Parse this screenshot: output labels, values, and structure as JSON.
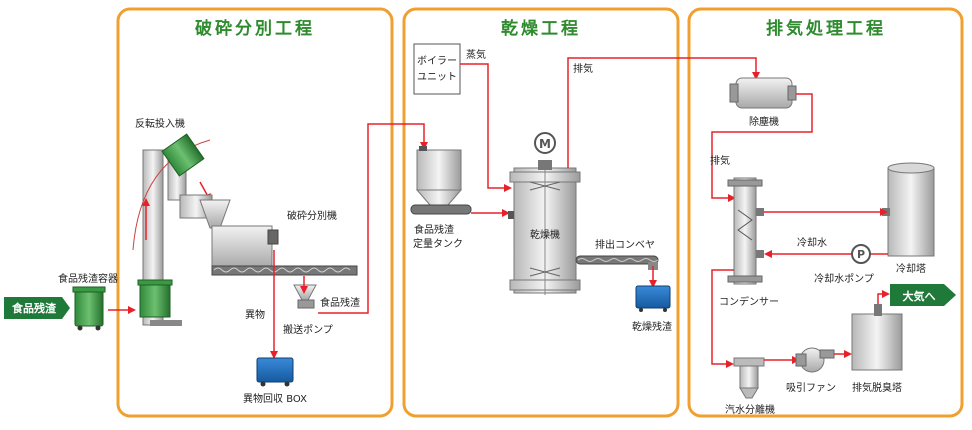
{
  "sections": {
    "crushing": {
      "title": "破砕分別工程"
    },
    "drying": {
      "title": "乾燥工程"
    },
    "exhaust": {
      "title": "排気処理工程"
    }
  },
  "labels": {
    "food_waste": "食品残渣",
    "food_waste_container": "食品残渣容器",
    "reverse_loader": "反転投入機",
    "crusher_separator": "破砕分別機",
    "foreign_matter": "異物",
    "food_waste_2": "食品残渣",
    "transfer_pump": "搬送ポンプ",
    "foreign_box": "異物回収 BOX",
    "boiler_line1": "ボイラー",
    "boiler_line2": "ユニット",
    "steam": "蒸気",
    "exhaust_dryer": "排気",
    "motor": "M",
    "dryer": "乾燥機",
    "tank_line1": "食品残渣",
    "tank_line2": "定量タンク",
    "discharge_conveyor": "排出コンベヤ",
    "dried_residue": "乾燥残渣",
    "dust_collector": "除塵機",
    "exhaust_2": "排気",
    "cooling_water": "冷却水",
    "pump_symbol": "P",
    "cooling_pump": "冷却水ポンプ",
    "cooling_tower": "冷却塔",
    "condenser": "コンデンサー",
    "to_atmosphere": "大気へ",
    "deodorizer": "排気脱臭塔",
    "suction_fan": "吸引ファン",
    "separator": "汽水分離機"
  },
  "colors": {
    "frame": "#f0a030",
    "title": "#2e8b2e",
    "flow": "#e8202a",
    "green_badge": "#1f7a3a",
    "box_blue": "#1c6fc0"
  }
}
